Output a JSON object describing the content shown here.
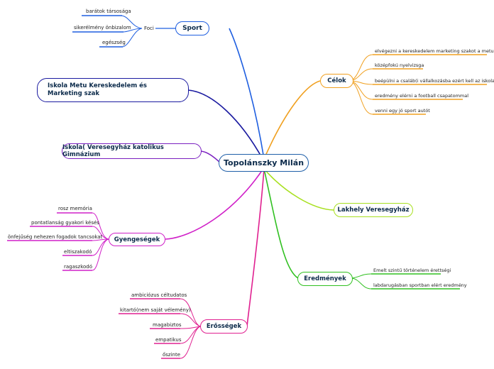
{
  "central": "Topolánszky Milán",
  "branches": {
    "sport": {
      "label": "Sport",
      "sub": "Foci",
      "leaves": [
        "barátok társosága",
        "sikerélmény önbizalom",
        "egészség"
      ]
    },
    "iskola1": {
      "label": "Iskola Metu Kereskedelem és Marketing szak"
    },
    "iskola2": {
      "label": "Iskola( Veresegyház katolikus Gimnázium"
    },
    "gyengesegek": {
      "label": "Gyengeségek",
      "leaves": [
        "rosz memória",
        "pontatlanság gyakori késés",
        "önfejűség nehezen fogadok tancsokat",
        "eltiszakodó",
        "ragaszkodó"
      ]
    },
    "erossegek": {
      "label": "Erősségek",
      "leaves": [
        "ambiciózus céltudatos",
        "kitartó(nem saját vélemény)",
        "magabiztos",
        "empatikus",
        "őszinte"
      ]
    },
    "celok": {
      "label": "Célok",
      "leaves": [
        "elvégezni a kereskedelem marketing szakot a metun",
        "középfokú nyelvizsga",
        "beépülni a csaláb(i vállalkozásba ezért kell az iskola)",
        "eredmény elérni a football csapatommal",
        "venni egy jó sport autót"
      ]
    },
    "lakhely": {
      "label": "Lakhely Veresegyház"
    },
    "eredmenyek": {
      "label": "Eredmények",
      "leaves": [
        "Emelt szintű történelem érettségi",
        "labdarugásban sportban elért eredmény"
      ]
    }
  },
  "colors": {
    "sport": "#1f5fe0",
    "iskola1": "#1a1aa0",
    "iskola2": "#7a1fc0",
    "gyengesegek": "#d020c8",
    "erossegek": "#e02090",
    "celok": "#f0a020",
    "lakhely": "#a8e020",
    "eredmenyek": "#30c020",
    "central": "#1f5fa8"
  }
}
